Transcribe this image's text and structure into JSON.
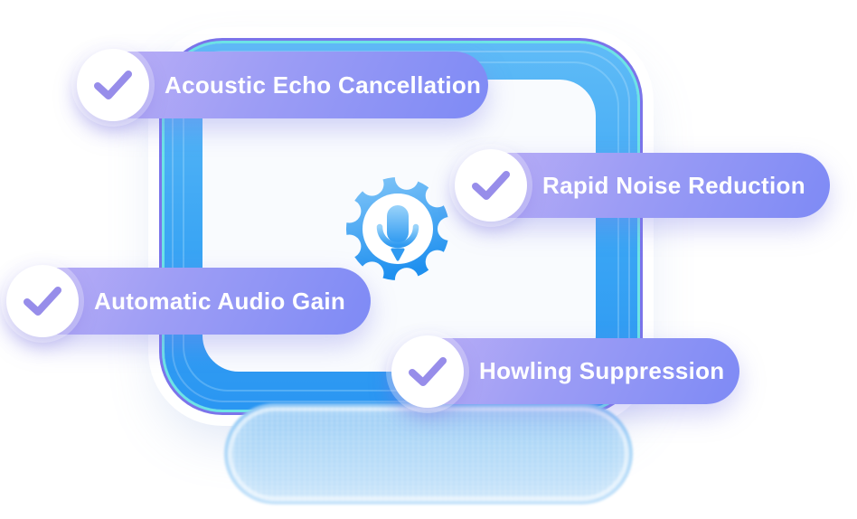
{
  "features": [
    {
      "id": "acoustic-echo-cancellation",
      "label": "Acoustic Echo Cancellation"
    },
    {
      "id": "rapid-noise-reduction",
      "label": "Rapid Noise Reduction"
    },
    {
      "id": "automatic-audio-gain",
      "label": "Automatic Audio Gain"
    },
    {
      "id": "howling-suppression",
      "label": "Howling Suppression"
    }
  ],
  "icons": {
    "check": "check-icon",
    "gear": "gear-icon",
    "microphone": "microphone-icon"
  },
  "colors": {
    "pill_gradient_start": "#bfb1f6",
    "pill_gradient_end": "#7e8af5",
    "check_mark": "#978dea",
    "frame_blue_light": "#5fbbf7",
    "frame_blue_dark": "#2a96f2",
    "frame_ring_cyan": "#6ce4e6",
    "frame_ring_indigo": "#7b74ea",
    "panel_background": "#f9fbfe",
    "gear_gradient_start": "#84c7f8",
    "gear_gradient_end": "#1f90ef",
    "reflection_blue": "#a9d5f7",
    "text": "#ffffff"
  }
}
